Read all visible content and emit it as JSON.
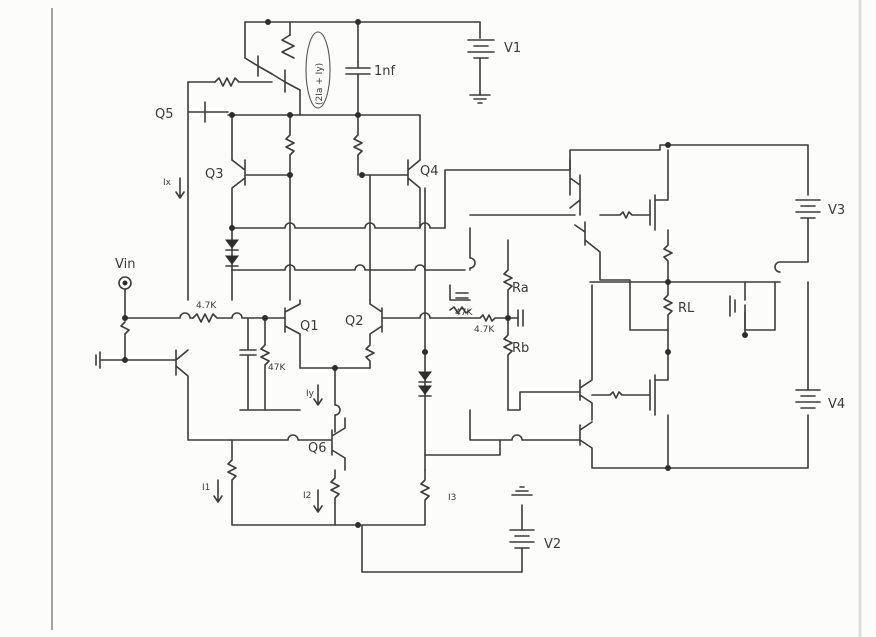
{
  "labels": {
    "q1": "Q1",
    "q2": "Q2",
    "q3": "Q3",
    "q4": "Q4",
    "q5": "Q5",
    "q6": "Q6",
    "v1": "V1",
    "v2": "V2",
    "v3": "V3",
    "v4": "V4",
    "vin": "Vin",
    "r_in": "4.7K",
    "r_47k_left": "47K",
    "r_47k_right": "47K",
    "r_4_7k_right": "4.7K",
    "ra": "Ra",
    "rb": "Rb",
    "rl": "RL",
    "c_1nf": "1nf",
    "i_top": "(2Ia + Iy)",
    "i_x": "Ix",
    "i_y": "Iy",
    "i_1": "I1",
    "i_2": "I2",
    "i_3": "I3"
  }
}
